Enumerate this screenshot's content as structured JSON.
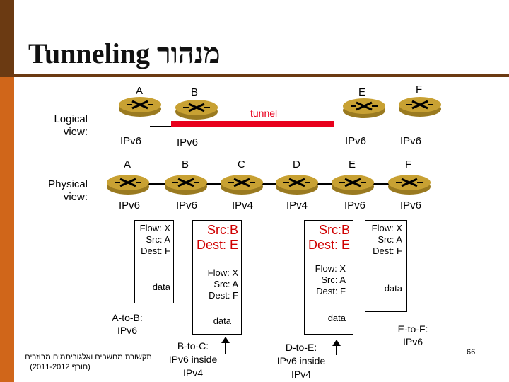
{
  "title": "Tunneling מנהור",
  "logical": {
    "label": "Logical\nview:",
    "routers": [
      {
        "name": "A",
        "proto": "IPv6"
      },
      {
        "name": "B",
        "proto": "IPv6"
      },
      {
        "name": "E",
        "proto": "IPv6"
      },
      {
        "name": "F",
        "proto": "IPv6"
      }
    ],
    "tunnel_label": "tunnel"
  },
  "physical": {
    "label": "Physical\nview:",
    "routers": [
      {
        "name": "A",
        "proto": "IPv6"
      },
      {
        "name": "B",
        "proto": "IPv6"
      },
      {
        "name": "C",
        "proto": "IPv4"
      },
      {
        "name": "D",
        "proto": "IPv4"
      },
      {
        "name": "E",
        "proto": "IPv6"
      },
      {
        "name": "F",
        "proto": "IPv6"
      }
    ]
  },
  "packets": {
    "ab": {
      "flow": "Flow: X",
      "src": "Src: A",
      "dest": "Dest: F",
      "data": "data",
      "caption": "A-to-B:\nIPv6"
    },
    "bc": {
      "src": "Src:B",
      "dest": "Dest: E",
      "flow": "Flow: X",
      "inner_src": "Src: A",
      "inner_dest": "Dest: F",
      "data": "data",
      "caption": "B-to-C:\nIPv6 inside\nIPv4"
    },
    "de": {
      "src": "Src:B",
      "dest": "Dest: E",
      "flow": "Flow: X",
      "inner_src": "Src: A",
      "inner_dest": "Dest: F",
      "data": "data",
      "caption": "D-to-E:\nIPv6 inside\nIPv4"
    },
    "ef": {
      "flow": "Flow: X",
      "src": "Src: A",
      "dest": "Dest: F",
      "data": "data",
      "caption": "E-to-F:\nIPv6"
    }
  },
  "footer": {
    "course_line1": "תקשורת מחשבים ואלגוריתמים מבוזרים",
    "course_line2": "(חורף 2011-2012)",
    "page_number": "66"
  },
  "colors": {
    "accent_red": "#e8001c",
    "text_red": "#d00000",
    "router_gold": "#c8a133",
    "sidebar_dark": "#6b3a12",
    "sidebar_orange": "#d0661a"
  }
}
